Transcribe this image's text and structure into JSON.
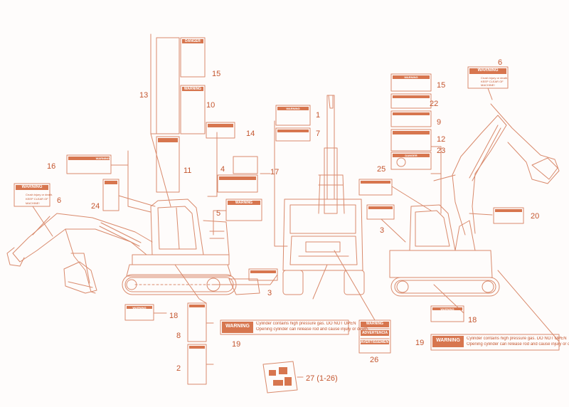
{
  "accent_color": "#c4562f",
  "line_color": "#d98a6c",
  "callouts": [
    {
      "id": "c1",
      "text": "1"
    },
    {
      "id": "c2",
      "text": "2"
    },
    {
      "id": "c3a",
      "text": "3"
    },
    {
      "id": "c3b",
      "text": "3"
    },
    {
      "id": "c4",
      "text": "4"
    },
    {
      "id": "c5",
      "text": "5"
    },
    {
      "id": "c6a",
      "text": "6"
    },
    {
      "id": "c6b",
      "text": "6"
    },
    {
      "id": "c7",
      "text": "7"
    },
    {
      "id": "c8",
      "text": "8"
    },
    {
      "id": "c9",
      "text": "9"
    },
    {
      "id": "c10",
      "text": "10"
    },
    {
      "id": "c11",
      "text": "11"
    },
    {
      "id": "c12",
      "text": "12"
    },
    {
      "id": "c13",
      "text": "13"
    },
    {
      "id": "c14",
      "text": "14"
    },
    {
      "id": "c15a",
      "text": "15"
    },
    {
      "id": "c15b",
      "text": "15"
    },
    {
      "id": "c16",
      "text": "16"
    },
    {
      "id": "c17",
      "text": "17"
    },
    {
      "id": "c18a",
      "text": "18"
    },
    {
      "id": "c18b",
      "text": "18"
    },
    {
      "id": "c19a",
      "text": "19"
    },
    {
      "id": "c19b",
      "text": "19"
    },
    {
      "id": "c20",
      "text": "20"
    },
    {
      "id": "c22",
      "text": "22"
    },
    {
      "id": "c23",
      "text": "23"
    },
    {
      "id": "c24",
      "text": "24"
    },
    {
      "id": "c25",
      "text": "25"
    },
    {
      "id": "c26",
      "text": "26"
    },
    {
      "id": "c27",
      "text": "27 (1-26)"
    }
  ],
  "decals": {
    "warning_word": "WARNING",
    "danger_word": "DANGER",
    "advertencia_word": "ADVERTENCIA",
    "avertissement_word": "AVERTISSEMENT",
    "crush_text_1": "Crush injury or death.",
    "crush_text_2": "KEEP CLEAR OF",
    "crush_text_3": "MACHINE!",
    "cyl_line_1": "Cylinder contains high pressure gas. DO NOT OPEN",
    "cyl_line_2": "Opening cylinder can release rod and cause injury or death."
  }
}
